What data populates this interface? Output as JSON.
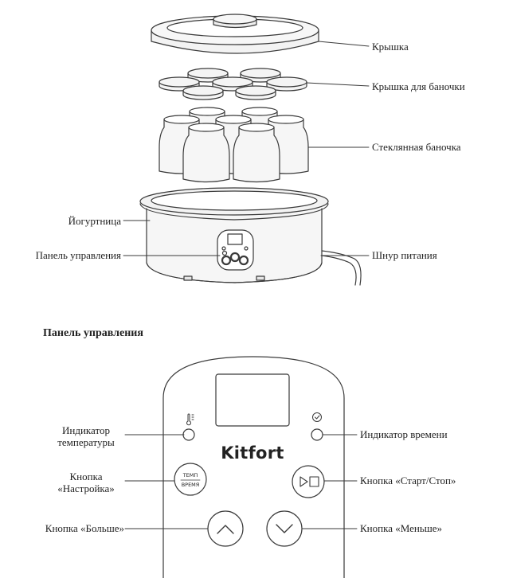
{
  "top_labels": {
    "lid": "Крышка",
    "jar_lid": "Крышка для баночки",
    "glass_jar": "Стеклянная баночка",
    "yogurt_maker": "Йогуртница",
    "control_panel": "Панель управления",
    "power_cord": "Шнур питания"
  },
  "panel_section": {
    "heading": "Панель управления",
    "brand": "Kitfort",
    "temp_indicator_line1": "Индикатор",
    "temp_indicator_line2": "температуры",
    "time_indicator": "Индикатор времени",
    "settings_button_line1": "Кнопка",
    "settings_button_line2": "«Настройка»",
    "start_stop_button": "Кнопка «Старт/Стоп»",
    "up_button": "Кнопка «Больше»",
    "down_button": "Кнопка «Меньше»",
    "settings_btn_top": "ТЕМП",
    "settings_btn_bottom": "ВРЕМЯ"
  },
  "colors": {
    "line": "#3a3a3a",
    "fill_light": "#f3f3f3",
    "fill_mid": "#e6e6e6"
  },
  "icons": {
    "temp": "thermometer-icon",
    "time": "clock-check-icon",
    "play": "play-icon",
    "stop": "stop-icon",
    "up": "chevron-up-icon",
    "down": "chevron-down-icon"
  }
}
